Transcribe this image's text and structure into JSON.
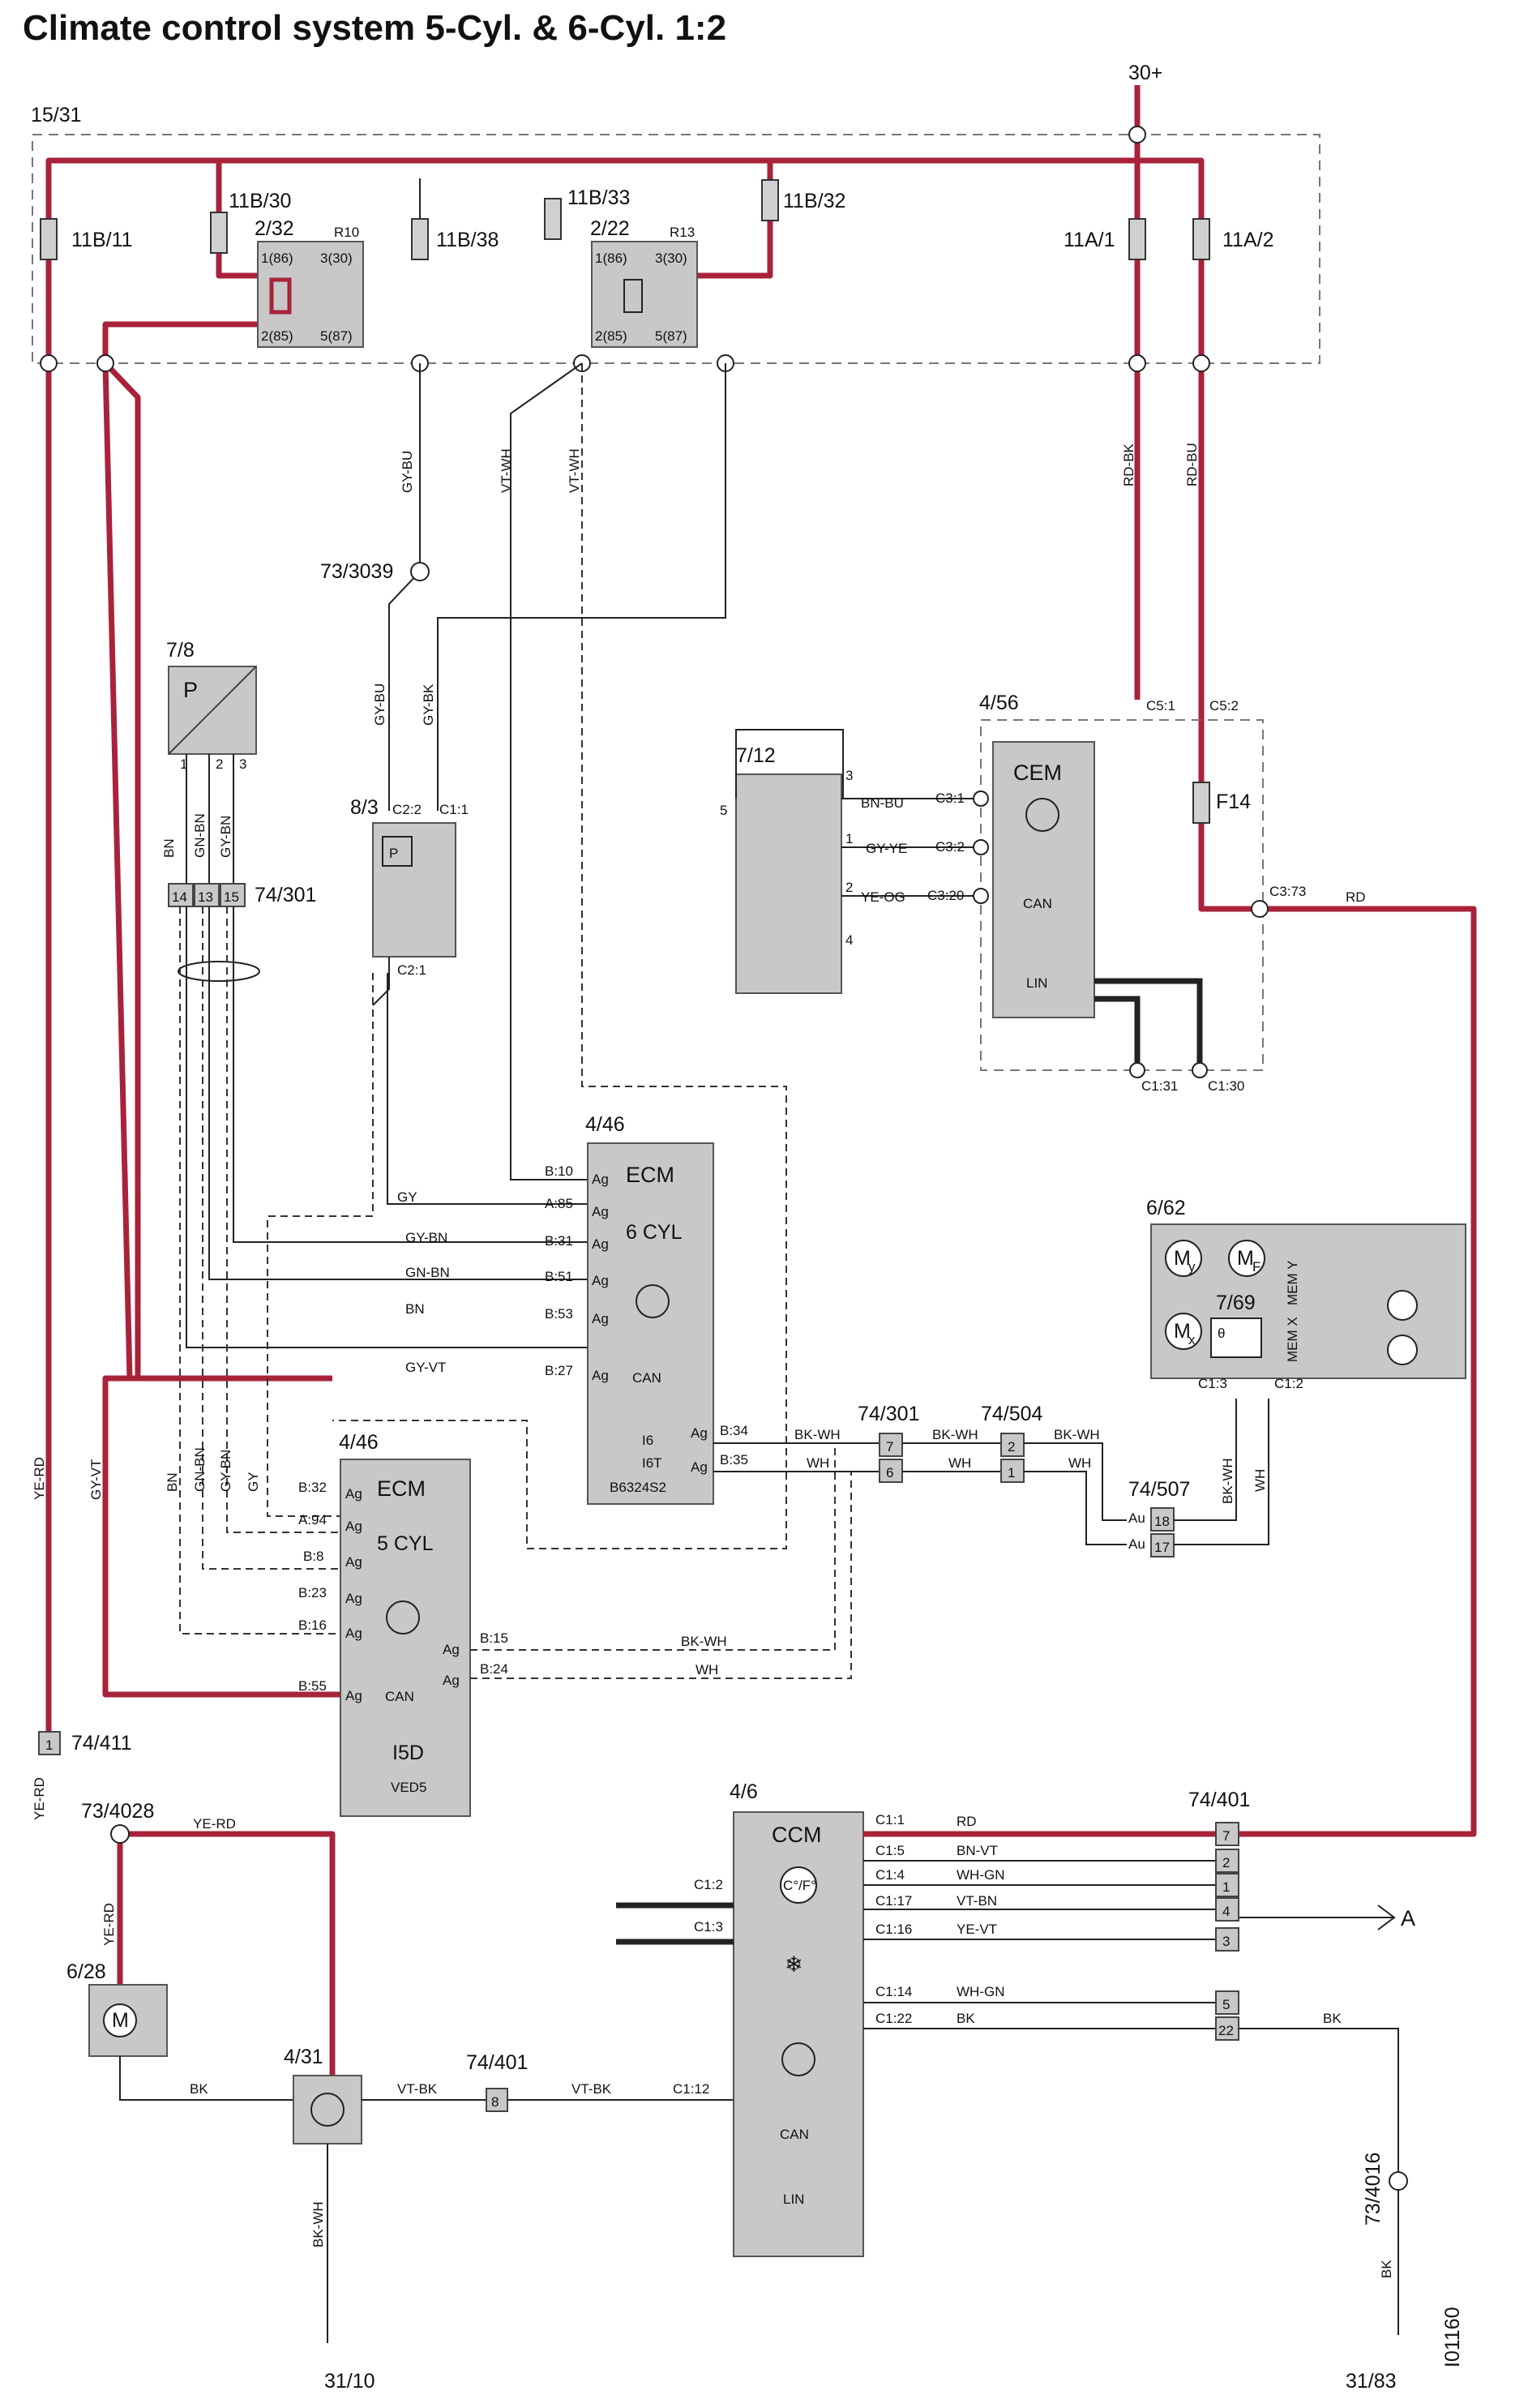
{
  "title": "Climate control system 5-Cyl. & 6-Cyl. 1:2",
  "supply": {
    "batt": "30+",
    "ign": "15/31"
  },
  "fuses": {
    "f1": "11B/11",
    "f2": "11B/30",
    "f3": "11B/38",
    "f4": "11B/33",
    "f5": "11B/32",
    "f6": "11A/1",
    "f7": "11A/2",
    "f14": "F14"
  },
  "relays": {
    "r10_id": "2/32",
    "r10": "R10",
    "r13_id": "2/22",
    "r13": "R13",
    "p86": "1(86)",
    "p30": "3(30)",
    "p85": "2(85)",
    "p87": "5(87)"
  },
  "pins": {
    "one": "1",
    "two": "2",
    "three": "3",
    "four": "4",
    "five": "5"
  },
  "splices": {
    "s1": "73/3039",
    "s2": "73/4028",
    "s3": "73/4016"
  },
  "components": {
    "press_sensor": "7/8",
    "press_letter": "P",
    "conn_301": "74/301",
    "conn_411": "74/411",
    "conn_401": "74/401",
    "conn_504": "74/504",
    "conn_507": "74/507",
    "relay_83": "8/3",
    "sensor_712": "7/12",
    "cem_id": "4/56",
    "cem": "CEM",
    "ecm6_id": "4/46",
    "ecm": "ECM",
    "six_cyl": "6 CYL",
    "ecm6_variant1": "I6",
    "ecm6_variant2": "I6T",
    "ecm6_variant3": "B6324S2",
    "ecm5_id": "4/46",
    "five_cyl": "5 CYL",
    "ecm5_variant1": "I5D",
    "ecm5_variant2": "VED5",
    "blend_id": "6/62",
    "temp_id": "7/69",
    "my": "M",
    "my_sub": "y",
    "mf": "M",
    "mf_sub": "F",
    "mx": "M",
    "mx_sub": "x",
    "theta": "θ",
    "mem_y": "MEM Y",
    "mem_x": "MEM X",
    "ccm_id": "4/6",
    "ccm": "CCM",
    "ccm_unit": "C°/F°",
    "fan_id": "6/28",
    "fan_m": "M",
    "amp_id": "4/31",
    "gnd1": "31/10",
    "gnd2": "31/83",
    "page_id": "I01160",
    "arrow_a": "A",
    "can": "CAN",
    "lin": "LIN",
    "ag": "Ag",
    "au": "Au"
  },
  "wires": {
    "gy_bu": "GY-BU",
    "gy_bk": "GY-BK",
    "vt_wh": "VT-WH",
    "rd_bk": "RD-BK",
    "rd_bu": "RD-BU",
    "bn_bu": "BN-BU",
    "gy_ye": "GY-YE",
    "ye_og": "YE-OG",
    "rd": "RD",
    "bn": "BN",
    "gn_bn": "GN-BN",
    "gy_bn": "GY-BN",
    "gy": "GY",
    "gy_vt": "GY-VT",
    "ye_rd": "YE-RD",
    "bk_wh": "BK-WH",
    "wh": "WH",
    "bk": "BK",
    "vt_bk": "VT-BK",
    "bn_vt": "BN-VT",
    "wh_gn": "WH-GN",
    "vt_bn": "VT-BN",
    "ye_vt": "YE-VT"
  },
  "terminals": {
    "c22": "C2:2",
    "c11": "C1:1",
    "c21": "C2:1",
    "c31": "C3:1",
    "c32": "C3:2",
    "c320": "C3:20",
    "c51": "C5:1",
    "c52": "C5:2",
    "c373": "C3:73",
    "c131": "C1:31",
    "c130": "C1:30",
    "b10": "B:10",
    "a85": "A:85",
    "b31": "B:31",
    "b51": "B:51",
    "b53": "B:53",
    "b27": "B:27",
    "b34": "B:34",
    "b35": "B:35",
    "b32": "B:32",
    "a94": "A:94",
    "b8": "B:8",
    "b23": "B:23",
    "b16": "B:16",
    "b55": "B:55",
    "b15": "B:15",
    "b24": "B:24",
    "c13": "C1:3",
    "c12": "C1:2",
    "cc11": "C1:1",
    "cc15": "C1:5",
    "cc14": "C1:4",
    "cc117": "C1:17",
    "cc116": "C1:16",
    "cc114": "C1:14",
    "cc122": "C1:22",
    "cc112": "C1:12",
    "cc2_2": "C1:2",
    "cc1_3": "C1:3"
  },
  "conn_pins": {
    "p14": "14",
    "p13": "13",
    "p15": "15",
    "p7": "7",
    "p6": "6",
    "p2": "2",
    "p1": "1",
    "p18": "18",
    "p17": "17",
    "p401_7": "7",
    "p401_2": "2",
    "p401_1": "1",
    "p401_4": "4",
    "p401_3": "3",
    "p401_5": "5",
    "p401_22": "22",
    "p8": "8",
    "p411": "1"
  }
}
